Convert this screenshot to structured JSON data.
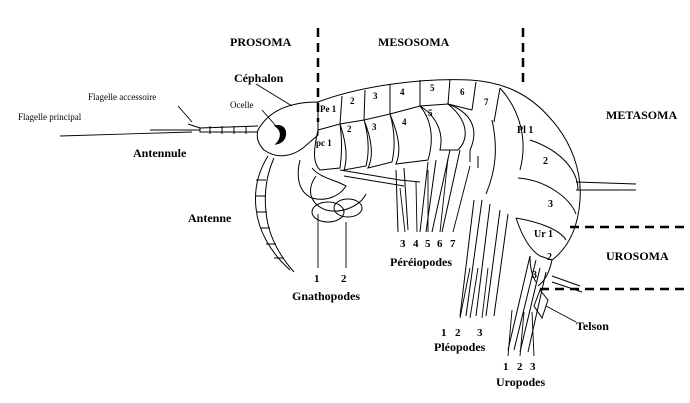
{
  "regions": {
    "prosoma": "PROSOMA",
    "mesosoma": "MESOSOMA",
    "metasoma": "METASOMA",
    "urosoma": "UROSOMA"
  },
  "labels": {
    "cephalon": "Céphalon",
    "ocelle": "Ocelle",
    "flagelle_accessoire": "Flagelle accessoire",
    "flagelle_principal": "Flagelle principal",
    "antennule": "Antennule",
    "antenne": "Antenne",
    "gnathopodes": "Gnathopodes",
    "pereiopodes": "Péréiopodes",
    "pleopodes": "Pléopodes",
    "uropodes": "Uropodes",
    "telson": "Telson"
  },
  "segments": {
    "pe1": "Pe 1",
    "pe_top": [
      "2",
      "3",
      "4",
      "5",
      "6",
      "7"
    ],
    "pc1": "pc 1",
    "pc_side": [
      "2",
      "3",
      "4",
      "5"
    ],
    "pl1": "Pl 1",
    "pl": [
      "2",
      "3"
    ],
    "ur1": "Ur 1",
    "ur": [
      "2",
      "3"
    ]
  },
  "numbers": {
    "gnathopodes": [
      "1",
      "2"
    ],
    "pereiopodes": [
      "3",
      "4",
      "5",
      "6",
      "7"
    ],
    "pleopodes": [
      "1",
      "2",
      "3"
    ],
    "uropodes": [
      "1",
      "2",
      "3"
    ]
  }
}
